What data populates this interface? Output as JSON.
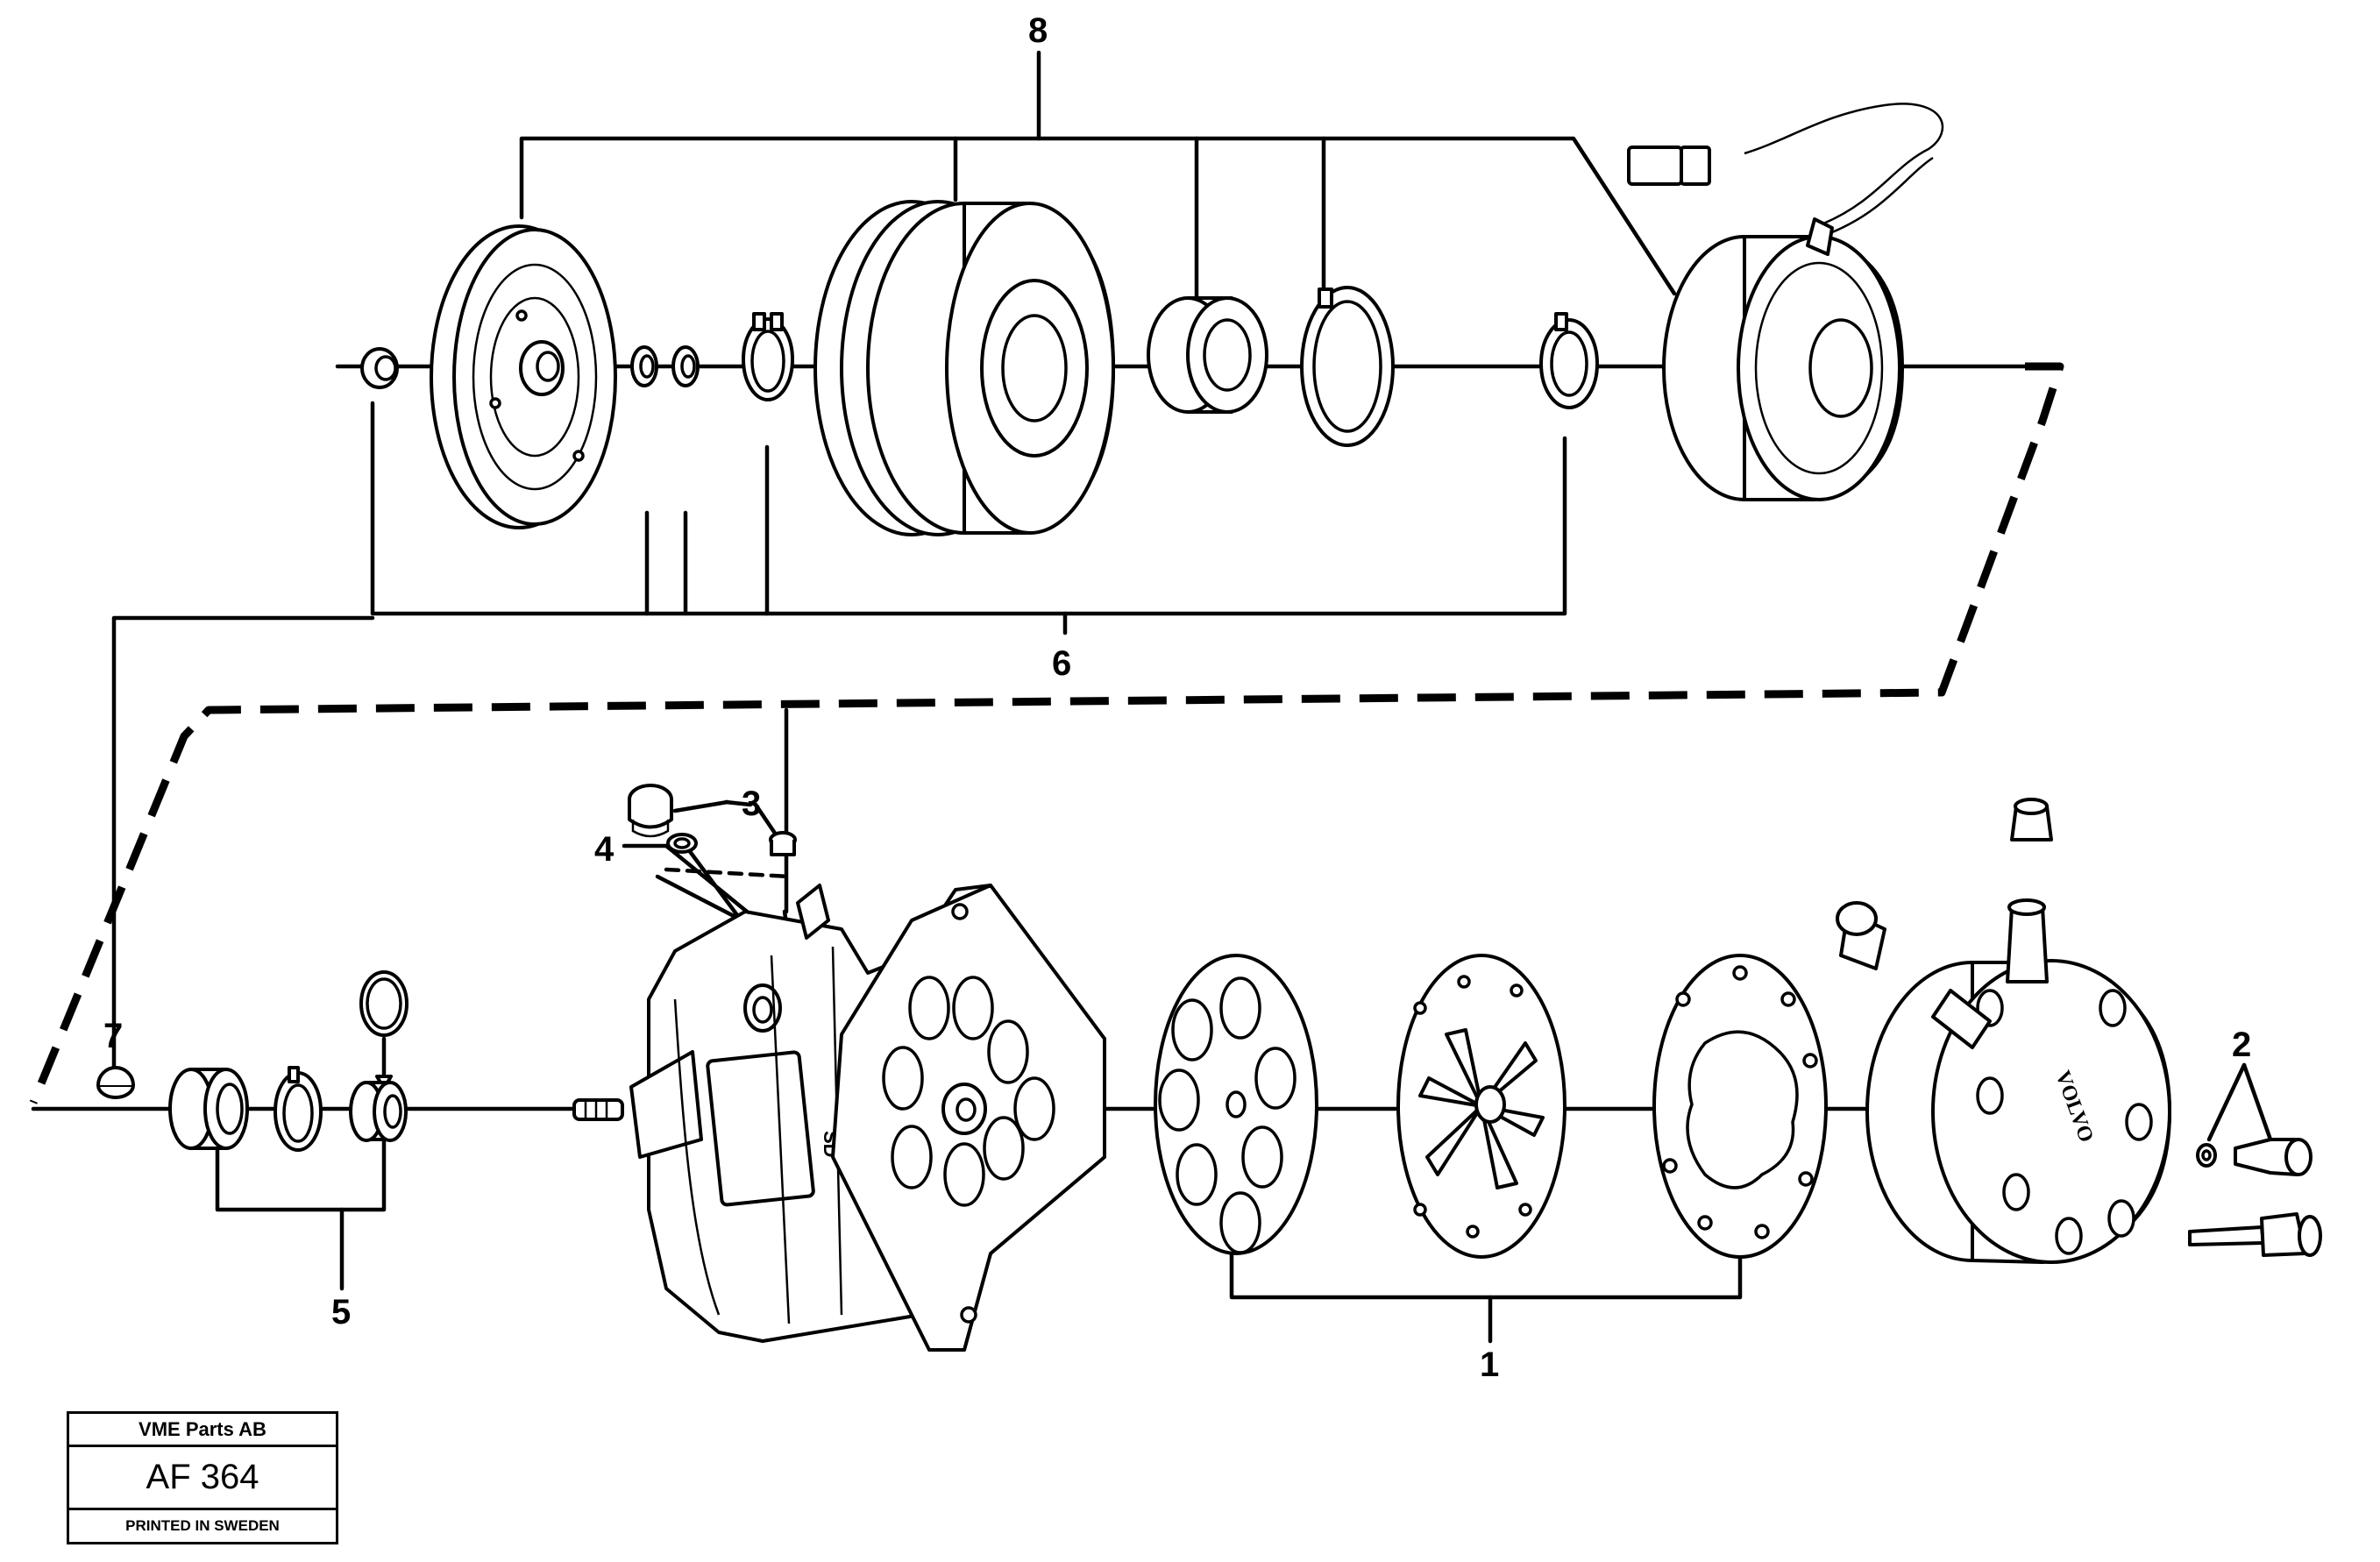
{
  "callouts": {
    "c1": "1",
    "c2": "2",
    "c3": "3",
    "c4": "4",
    "c5": "5",
    "c6": "6",
    "c7": "7",
    "c8": "8"
  },
  "stamp": {
    "company": "VME Parts AB",
    "code": "AF 364",
    "note": "PRINTED IN SWEDEN"
  },
  "part_markings": {
    "head_logo": "VOLVO",
    "body_label": "SD"
  }
}
